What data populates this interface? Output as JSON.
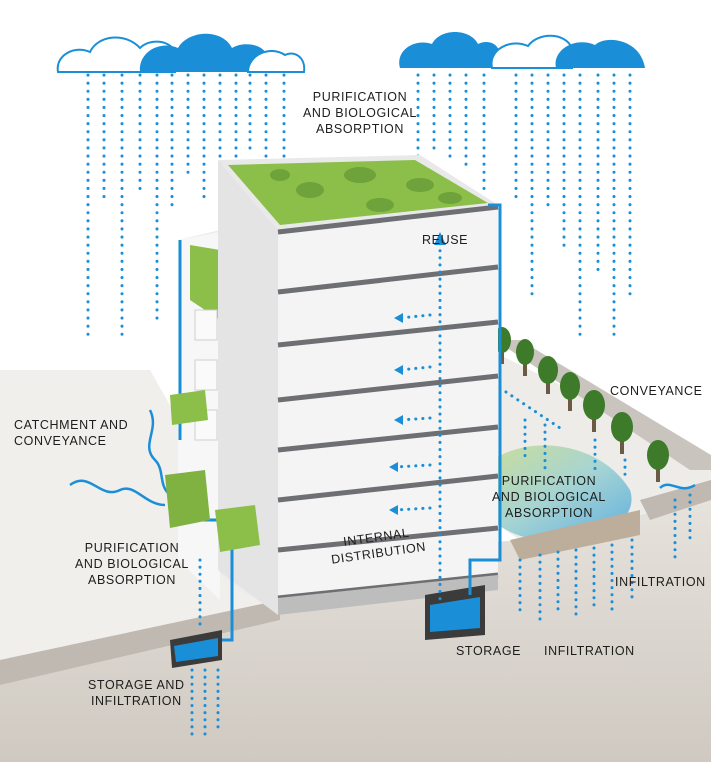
{
  "labels": {
    "roof_purification": [
      "PURIFICATION",
      "AND BIOLOGICAL",
      "ABSORPTION"
    ],
    "reuse": "REUSE",
    "conveyance": "CONVEYANCE",
    "catchment": [
      "CATCHMENT AND",
      "CONVEYANCE"
    ],
    "basin_purification": [
      "PURIFICATION",
      "AND BIOLOGICAL",
      "ABSORPTION"
    ],
    "left_purification": [
      "PURIFICATION",
      "AND BIOLOGICAL",
      "ABSORPTION"
    ],
    "internal_distribution": [
      "INTERNAL",
      "DISTRIBUTION"
    ],
    "infiltration_right": "INFILTRATION",
    "storage": "STORAGE",
    "infiltration_bottom": "INFILTRATION",
    "storage_infiltration": [
      "STORAGE AND",
      "INFILTRATION"
    ]
  },
  "colors": {
    "water": "#1a8fd8",
    "cloud": "#1a8fd8",
    "green_roof": "#8bbf4a",
    "ground": "#d8d3cc",
    "building": "#f4f4f4",
    "floor_slab": "#6d6f73",
    "text": "#1d1d1b"
  },
  "icons": [
    "cloud-icon",
    "tree-icon",
    "rain-drop-icon"
  ]
}
